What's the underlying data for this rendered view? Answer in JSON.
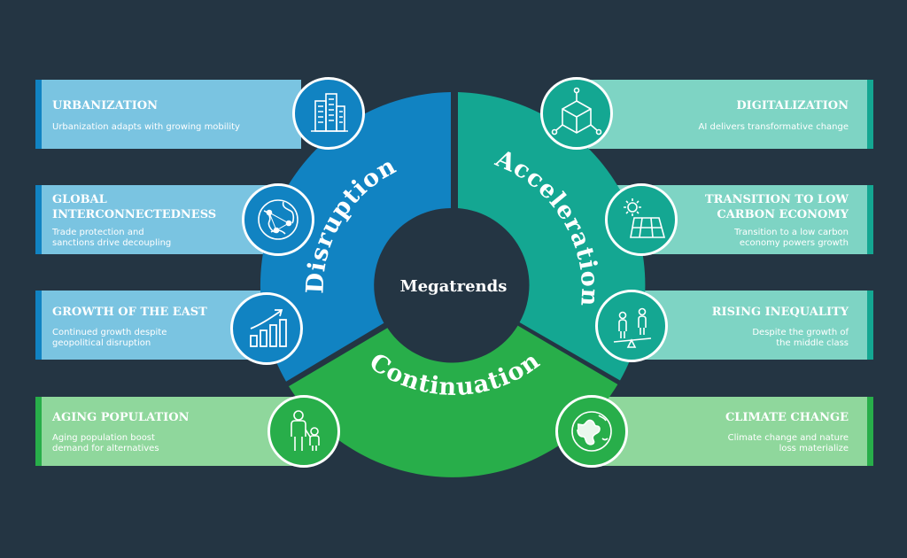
{
  "center_label": "Megatrends",
  "segments": {
    "disruption": "Disruption",
    "acceleration": "Acceleration",
    "continuation": "Continuation"
  },
  "colors": {
    "background": "#243543",
    "disruption": "#1183C2",
    "acceleration": "#14A792",
    "continuation": "#28AE4A",
    "card_blue": "#7AC4E1",
    "card_teal": "#7ED4C4",
    "card_green": "#8FD79C"
  },
  "trends": [
    {
      "id": "urbanization",
      "title": "URBANIZATION",
      "description": "Urbanization adapts with growing mobility",
      "icon": "buildings-icon"
    },
    {
      "id": "global-interconnectedness",
      "title": "GLOBAL\nINTERCONNECTEDNESS",
      "description": "Trade protection and\nsanctions drive decoupling",
      "icon": "globe-network-icon"
    },
    {
      "id": "growth-of-the-east",
      "title": "GROWTH OF THE EAST",
      "description": "Continued growth despite\ngeopolitical disruption",
      "icon": "growth-chart-icon"
    },
    {
      "id": "aging-population",
      "title": "AGING POPULATION",
      "description": "Aging population boost\ndemand for alternatives",
      "icon": "family-icon"
    },
    {
      "id": "digitalization",
      "title": "DIGITALIZATION",
      "description": "AI delivers transformative change",
      "icon": "cube-network-icon"
    },
    {
      "id": "transition-to-low-carbon-economy",
      "title": "TRANSITION TO LOW\nCARBON ECONOMY",
      "description": "Transition to a low carbon\neconomy powers growth",
      "icon": "solar-panel-icon"
    },
    {
      "id": "rising-inequality",
      "title": "RISING INEQUALITY",
      "description": "Despite the growth of\nthe middle class",
      "icon": "people-balance-icon"
    },
    {
      "id": "climate-change",
      "title": "CLIMATE CHANGE",
      "description": "Climate change and nature\nloss materialize",
      "icon": "earth-icon"
    }
  ]
}
